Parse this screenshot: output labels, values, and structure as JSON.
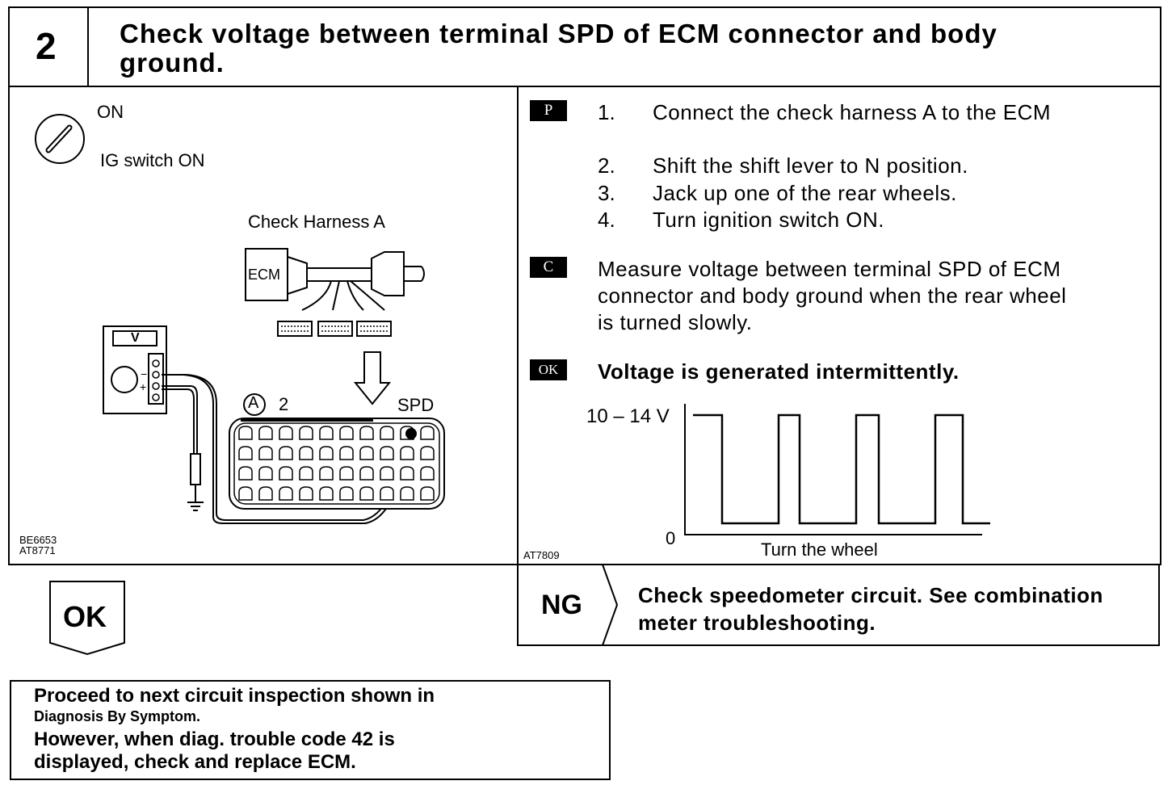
{
  "header": {
    "step_number": "2",
    "title_line1": "Check voltage between terminal SPD of ECM connector and body",
    "title_line2": "ground."
  },
  "illustration": {
    "switch_state": "ON",
    "switch_caption": "IG switch ON",
    "harness_label": "Check Harness A",
    "ecm_label": "ECM",
    "meter_label": "V",
    "connector_marker": "A",
    "connector_number": "2",
    "terminal_label": "SPD",
    "figure_ref_1": "BE6653",
    "figure_ref_2": "AT8771"
  },
  "procedure": {
    "prep_badge": "P",
    "steps": [
      {
        "n": "1.",
        "text": "Connect the check harness A to the ECM"
      },
      {
        "n": "2.",
        "text": "Shift the shift lever to N position."
      },
      {
        "n": "3.",
        "text": "Jack up one of the rear wheels."
      },
      {
        "n": "4.",
        "text": "Turn ignition switch ON."
      }
    ],
    "check_badge": "C",
    "check_line1": "Measure voltage between terminal SPD of ECM",
    "check_line2": "connector and body ground when the rear wheel",
    "check_line3": "is turned slowly.",
    "ok_badge": "OK",
    "ok_text": "Voltage is generated intermittently."
  },
  "chart_data": {
    "type": "line",
    "title": "",
    "ylabel_high": "10 – 14 V",
    "ylabel_low": "0",
    "xlabel": "Turn the wheel",
    "figure_ref": "AT7809",
    "levels": [
      "high",
      "low",
      "high",
      "low",
      "high",
      "low",
      "high",
      "low"
    ]
  },
  "results": {
    "ok_label": "OK",
    "ng_label": "NG",
    "ng_line1": "Check speedometer circuit. See combination",
    "ng_line2": "meter troubleshooting.",
    "next_line1": "Proceed to next circuit inspection shown in",
    "next_line2": "Diagnosis By Symptom.",
    "next_line3": "However, when diag. trouble code 42 is",
    "next_line4": "displayed, check and replace ECM."
  }
}
